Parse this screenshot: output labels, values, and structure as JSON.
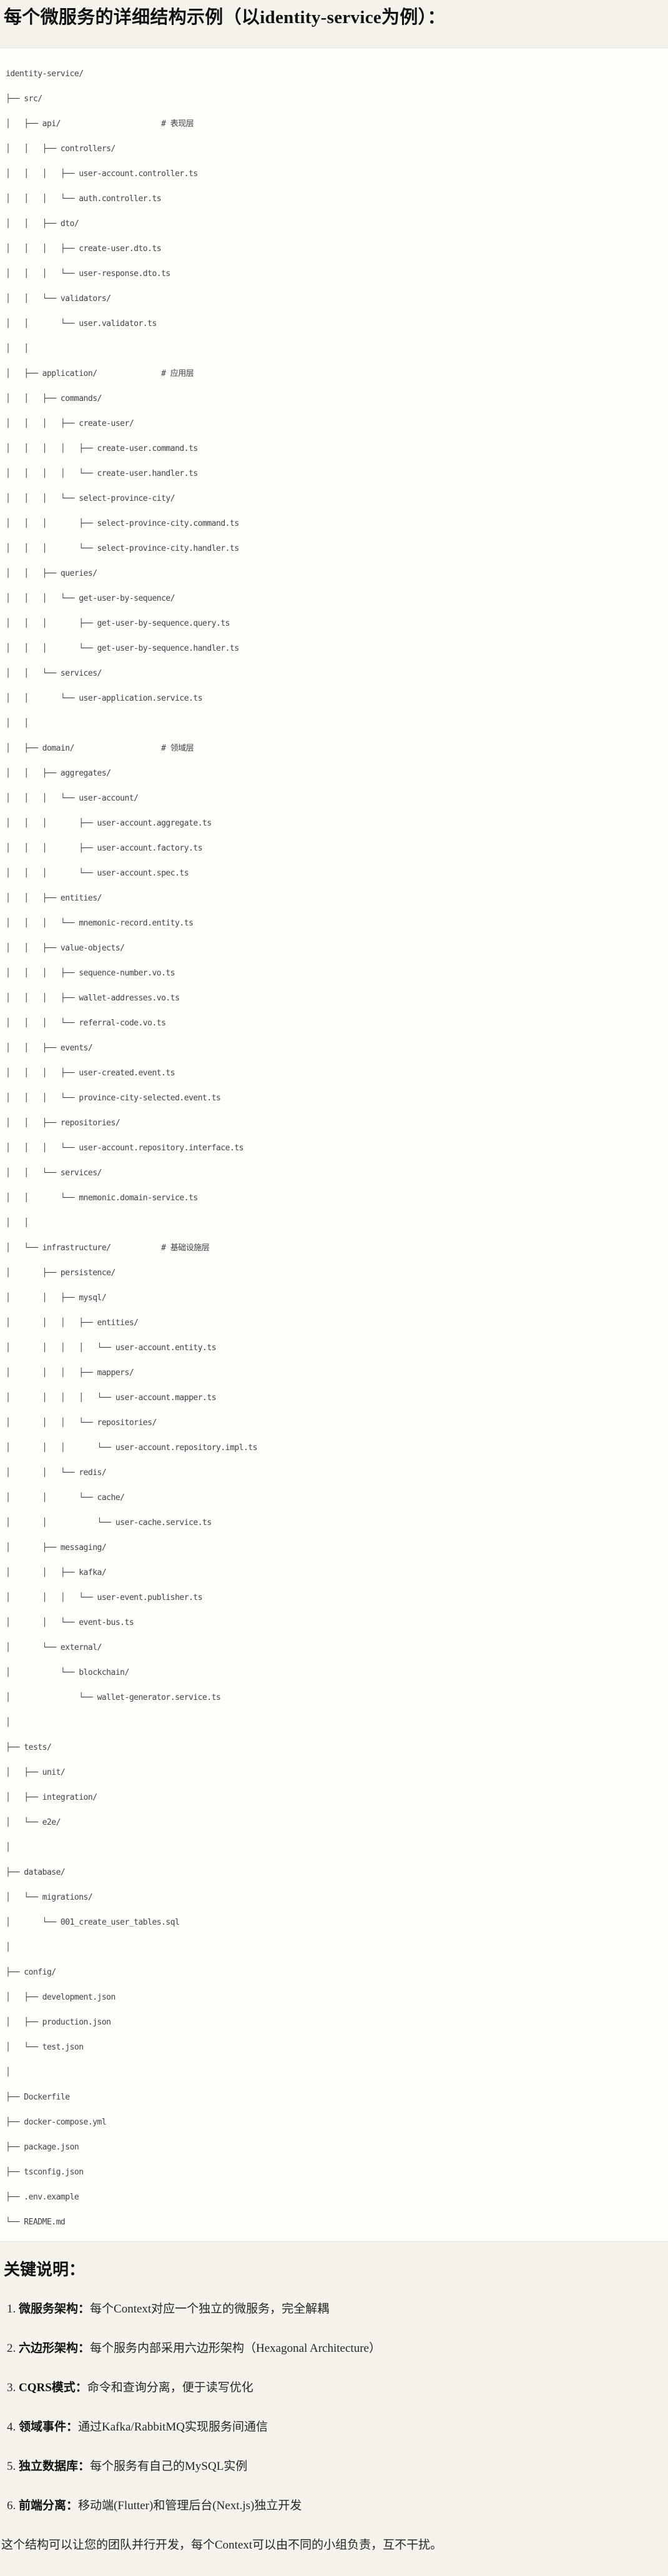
{
  "page": {
    "title": "每个微服务的详细结构示例（以identity-service为例）："
  },
  "colors": {
    "page_background": "#F4F2EB",
    "code_background": "#FDFDFA",
    "code_border": "#E7E4DB",
    "code_text": "#424242",
    "heading_text": "#121212"
  },
  "tree": {
    "lines": [
      "identity-service/",
      "├── src/",
      "│   ├── api/                      # 表现层",
      "│   │   ├── controllers/",
      "│   │   │   ├── user-account.controller.ts",
      "│   │   │   └── auth.controller.ts",
      "│   │   ├── dto/",
      "│   │   │   ├── create-user.dto.ts",
      "│   │   │   └── user-response.dto.ts",
      "│   │   └── validators/",
      "│   │       └── user.validator.ts",
      "│   │",
      "│   ├── application/              # 应用层",
      "│   │   ├── commands/",
      "│   │   │   ├── create-user/",
      "│   │   │   │   ├── create-user.command.ts",
      "│   │   │   │   └── create-user.handler.ts",
      "│   │   │   └── select-province-city/",
      "│   │   │       ├── select-province-city.command.ts",
      "│   │   │       └── select-province-city.handler.ts",
      "│   │   ├── queries/",
      "│   │   │   └── get-user-by-sequence/",
      "│   │   │       ├── get-user-by-sequence.query.ts",
      "│   │   │       └── get-user-by-sequence.handler.ts",
      "│   │   └── services/",
      "│   │       └── user-application.service.ts",
      "│   │",
      "│   ├── domain/                   # 领域层",
      "│   │   ├── aggregates/",
      "│   │   │   └── user-account/",
      "│   │   │       ├── user-account.aggregate.ts",
      "│   │   │       ├── user-account.factory.ts",
      "│   │   │       └── user-account.spec.ts",
      "│   │   ├── entities/",
      "│   │   │   └── mnemonic-record.entity.ts",
      "│   │   ├── value-objects/",
      "│   │   │   ├── sequence-number.vo.ts",
      "│   │   │   ├── wallet-addresses.vo.ts",
      "│   │   │   └── referral-code.vo.ts",
      "│   │   ├── events/",
      "│   │   │   ├── user-created.event.ts",
      "│   │   │   └── province-city-selected.event.ts",
      "│   │   ├── repositories/",
      "│   │   │   └── user-account.repository.interface.ts",
      "│   │   └── services/",
      "│   │       └── mnemonic.domain-service.ts",
      "│   │",
      "│   └── infrastructure/           # 基础设施层",
      "│       ├── persistence/",
      "│       │   ├── mysql/",
      "│       │   │   ├── entities/",
      "│       │   │   │   └── user-account.entity.ts",
      "│       │   │   ├── mappers/",
      "│       │   │   │   └── user-account.mapper.ts",
      "│       │   │   └── repositories/",
      "│       │   │       └── user-account.repository.impl.ts",
      "│       │   └── redis/",
      "│       │       └── cache/",
      "│       │           └── user-cache.service.ts",
      "│       ├── messaging/",
      "│       │   ├── kafka/",
      "│       │   │   └── user-event.publisher.ts",
      "│       │   └── event-bus.ts",
      "│       └── external/",
      "│           └── blockchain/",
      "│               └── wallet-generator.service.ts",
      "│",
      "├── tests/",
      "│   ├── unit/",
      "│   ├── integration/",
      "│   └── e2e/",
      "│",
      "├── database/",
      "│   └── migrations/",
      "│       └── 001_create_user_tables.sql",
      "│",
      "├── config/",
      "│   ├── development.json",
      "│   ├── production.json",
      "│   └── test.json",
      "│",
      "├── Dockerfile",
      "├── docker-compose.yml",
      "├── package.json",
      "├── tsconfig.json",
      "├── .env.example",
      "└── README.md"
    ]
  },
  "notes": {
    "heading": "关键说明：",
    "items": [
      {
        "label": "微服务架构：",
        "text": "每个Context对应一个独立的微服务，完全解耦"
      },
      {
        "label": "六边形架构：",
        "text": "每个服务内部采用六边形架构（Hexagonal Architecture）"
      },
      {
        "label": "CQRS模式：",
        "text": "命令和查询分离，便于读写优化"
      },
      {
        "label": "领域事件：",
        "text": "通过Kafka/RabbitMQ实现服务间通信"
      },
      {
        "label": "独立数据库：",
        "text": "每个服务有自己的MySQL实例"
      },
      {
        "label": "前端分离：",
        "text": "移动端(Flutter)和管理后台(Next.js)独立开发"
      }
    ],
    "closing": "这个结构可以让您的团队并行开发，每个Context可以由不同的小组负责，互不干扰。"
  }
}
